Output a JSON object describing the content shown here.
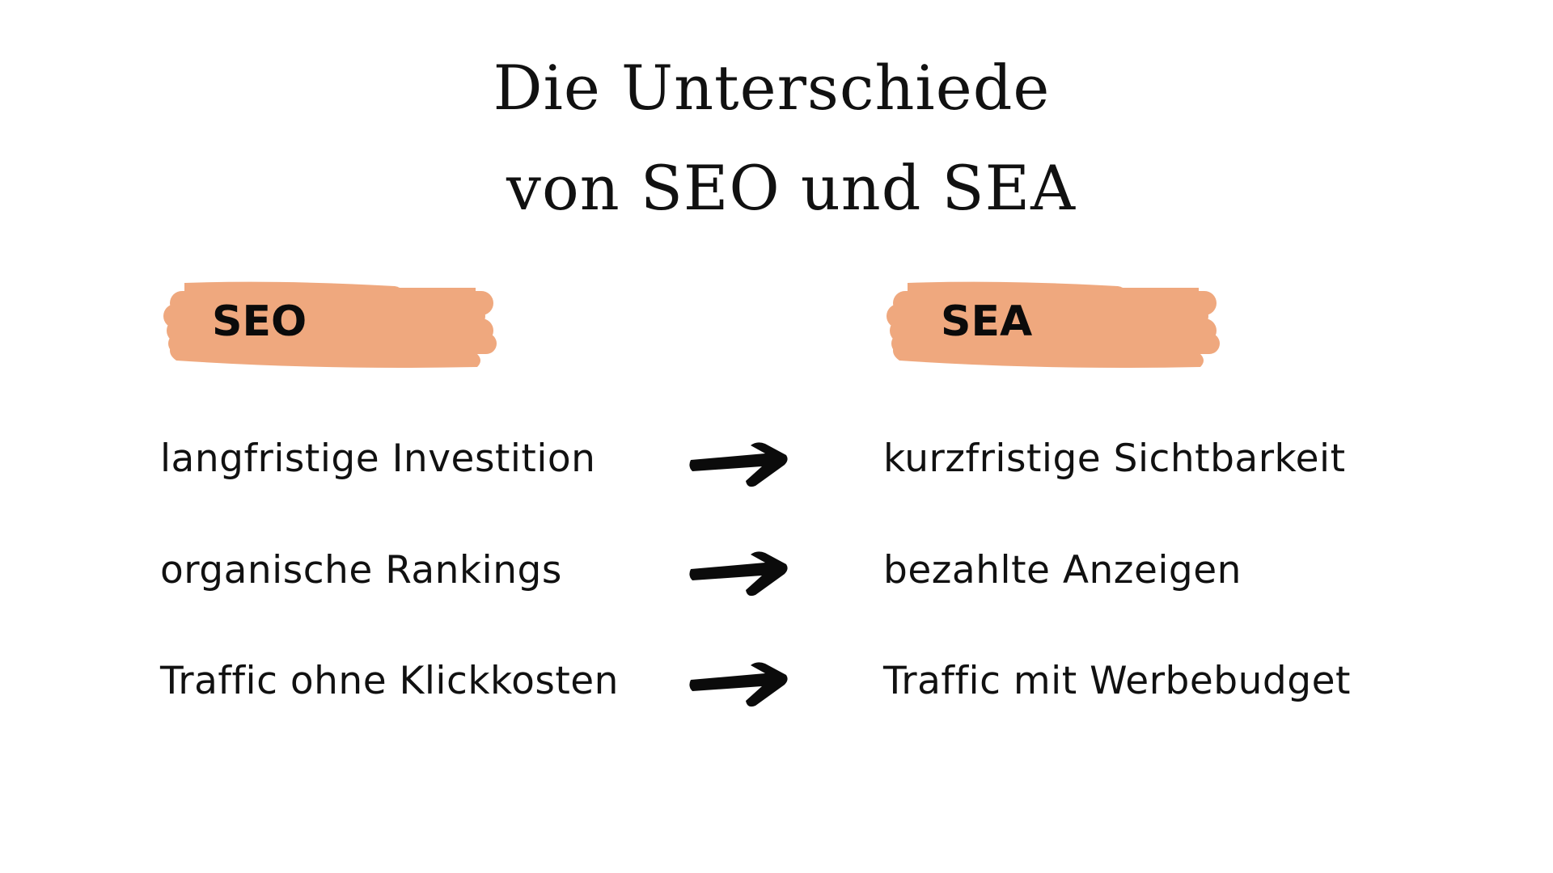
{
  "title": {
    "line1": "Die Unterschiede",
    "line2": "von SEO und SEA"
  },
  "colors": {
    "brush": "#EFA87E",
    "text": "#111111",
    "background": "#FFFFFF"
  },
  "columns": {
    "left": {
      "label": "SEO"
    },
    "right": {
      "label": "SEA"
    }
  },
  "rows": [
    {
      "left": "langfristige Investition",
      "icon": "arrow-right-icon",
      "right": "kurzfristige Sichtbarkeit"
    },
    {
      "left": "organische Rankings",
      "icon": "arrow-right-icon",
      "right": "bezahlte Anzeigen"
    },
    {
      "left": "Traffic ohne Klickkosten",
      "icon": "arrow-right-icon",
      "right": "Traffic mit Werbebudget"
    }
  ]
}
